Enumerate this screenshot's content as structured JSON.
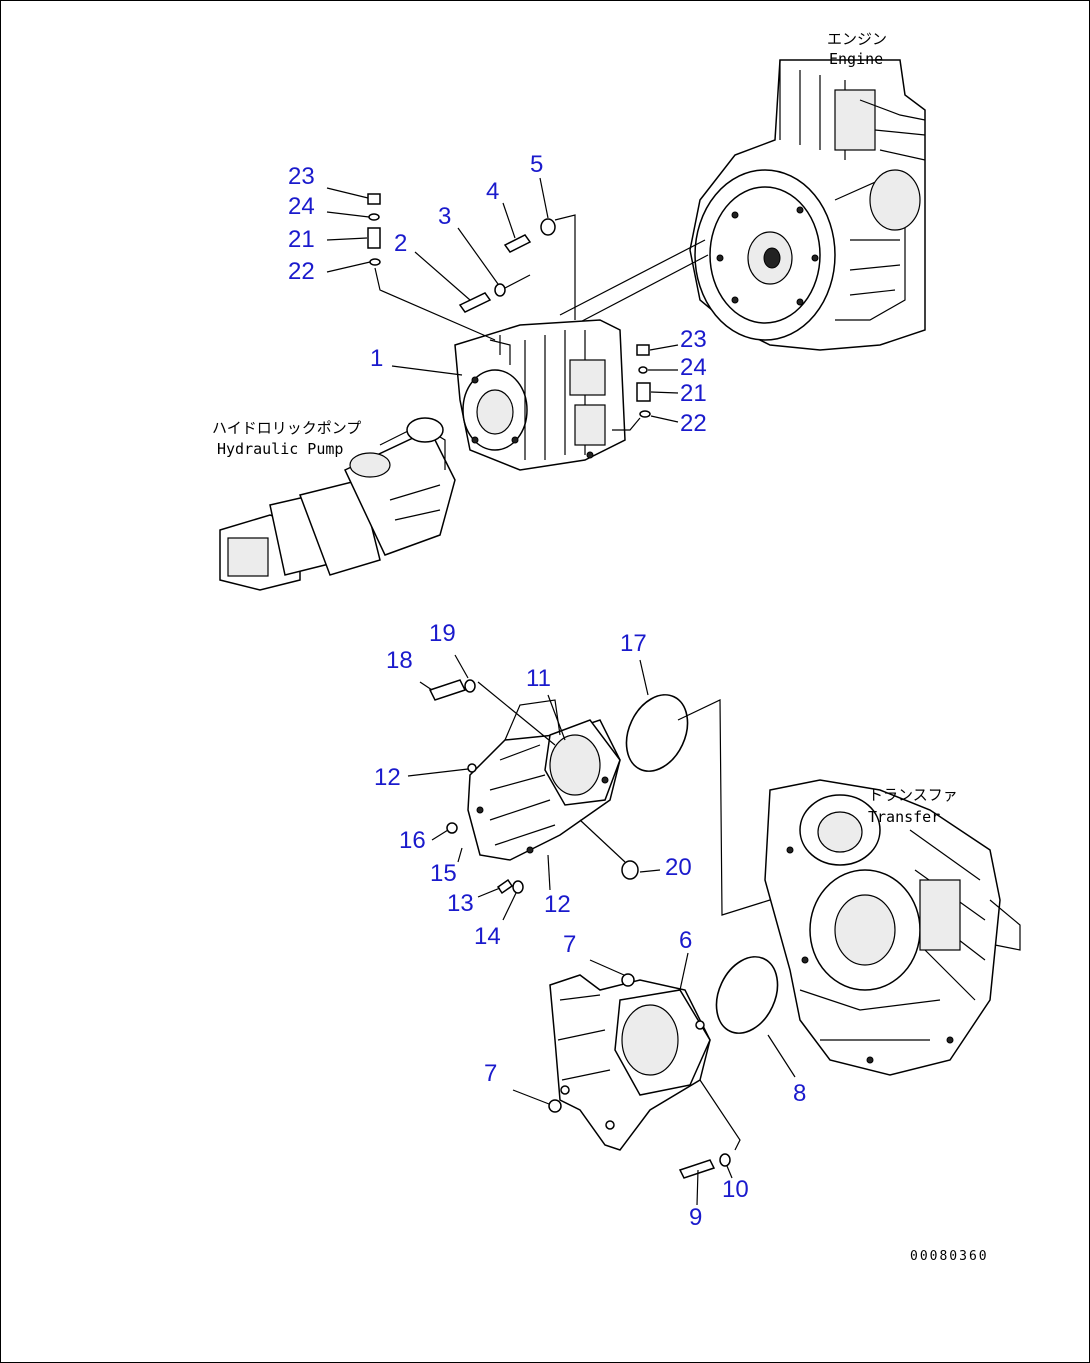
{
  "callouts": {
    "c23a": "23",
    "c24a": "24",
    "c21a": "21",
    "c22a": "22",
    "c2": "2",
    "c3": "3",
    "c4": "4",
    "c5": "5",
    "c1": "1",
    "c23b": "23",
    "c24b": "24",
    "c21b": "21",
    "c22b": "22",
    "c19": "19",
    "c18": "18",
    "c11": "11",
    "c17": "17",
    "c12a": "12",
    "c16": "16",
    "c15": "15",
    "c13": "13",
    "c14": "14",
    "c12b": "12",
    "c20": "20",
    "c7a": "7",
    "c6": "6",
    "c7b": "7",
    "c8": "8",
    "c9": "9",
    "c10": "10"
  },
  "labels": {
    "engine_jp": "エンジン",
    "engine_en": "Engine",
    "pump_jp": "ハイドロリックポンプ",
    "pump_en": "Hydraulic Pump",
    "transfer_jp": "トランスファ",
    "transfer_en": "Transfer"
  },
  "drawing_code": "00080360",
  "colors": {
    "callout": "#1a1acc",
    "line": "#000000"
  }
}
